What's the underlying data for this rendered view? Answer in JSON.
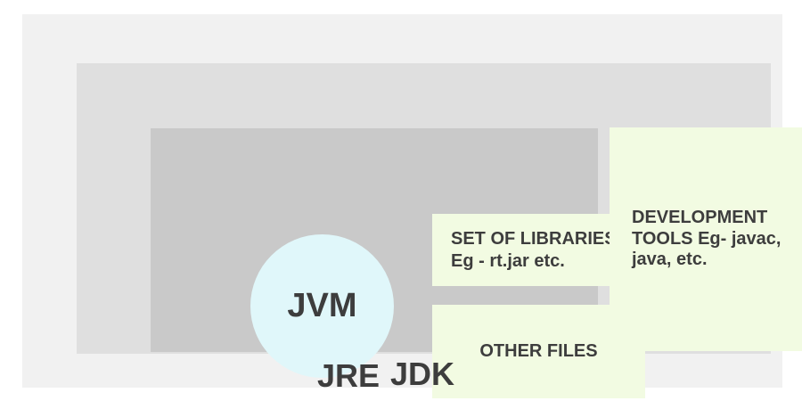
{
  "jdk": {
    "label": "JDK",
    "jre": {
      "label": "JRE",
      "jvm": {
        "label": "JVM"
      },
      "libraries": {
        "text": "SET OF LIBRARIES\nEg - rt.jar etc."
      },
      "other_files": {
        "text": "OTHER FILES"
      }
    },
    "dev_tools": {
      "text": "DEVELOPMENT\nTOOLS Eg- javac,\njava, etc."
    }
  },
  "colors": {
    "page_bg": "#ffffff",
    "jdk_outer_bg": "#f1f1f1",
    "jdk_bg": "#dfdfdf",
    "jre_bg": "#c9c9c9",
    "jvm_bg": "#e0f7fa",
    "card_bg": "#f2fbe2",
    "text": "#3d3d3d"
  }
}
